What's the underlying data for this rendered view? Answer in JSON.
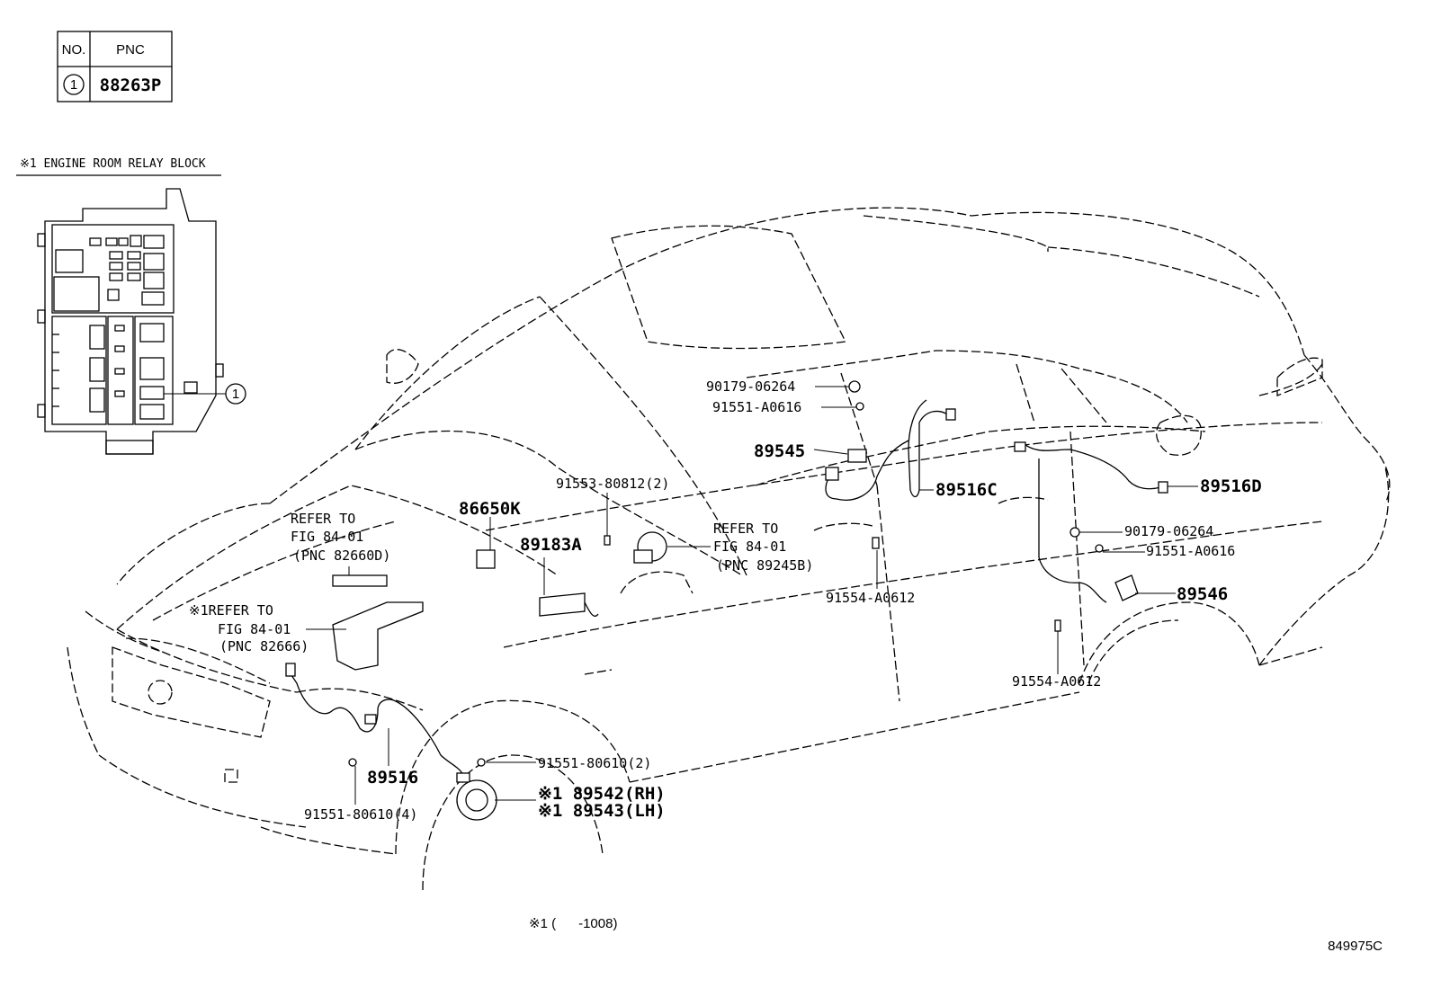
{
  "pnc_table": {
    "header_no": "NO.",
    "header_pnc": "PNC",
    "rows": [
      {
        "no": "1",
        "pnc": "88263P"
      }
    ]
  },
  "relay_block": {
    "title": "※1 ENGINE ROOM RELAY BLOCK",
    "callout": "1"
  },
  "callouts": {
    "c_90179_06264_front": "90179-06264",
    "c_91551_A0616_front": "91551-A0616",
    "c_89545": "89545",
    "c_89516C": "89516C",
    "c_91554_A0612_front": "91554-A0612",
    "c_89516D": "89516D",
    "c_90179_06264_rear": "90179-06264",
    "c_91551_A0616_rear": "91551-A0616",
    "c_89546": "89546",
    "c_91554_A0612_rear": "91554-A0612",
    "c_91553_80812": "91553-80812(2)",
    "c_86650K": "86650K",
    "c_89183A": "89183A",
    "refer1_line1": "REFER TO",
    "refer1_line2": "FIG 84-01",
    "refer1_line3": "(PNC 82660D)",
    "refer2_line1": "※1REFER TO",
    "refer2_line2": "FIG 84-01",
    "refer2_line3": "(PNC 82666)",
    "refer3_line1": "REFER TO",
    "refer3_line2": "FIG 84-01",
    "refer3_line3": "(PNC 89245B)",
    "c_91551_80610_2": "91551-80610(2)",
    "c_89516": "89516",
    "c_91551_80610_4": "91551-80610(4)",
    "c_89542": "※1 89542(RH)",
    "c_89543": "※1 89543(LH)"
  },
  "footnote": "※1 (      -1008)",
  "figure_code": "849975C"
}
